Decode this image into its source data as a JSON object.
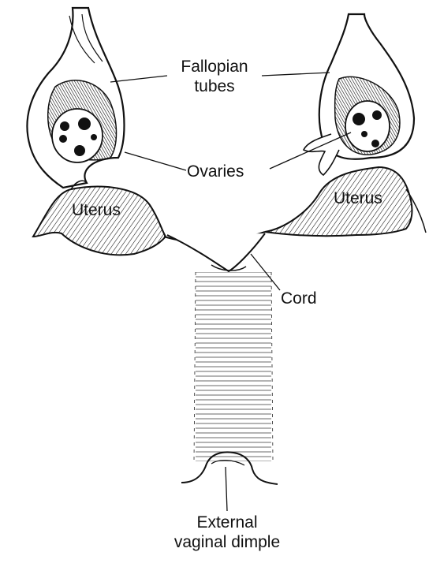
{
  "labels": {
    "fallopian_tubes_line1": "Fallopian",
    "fallopian_tubes_line2": "tubes",
    "ovaries": "Ovaries",
    "uterus_left": "Uterus",
    "uterus_right": "Uterus",
    "cord": "Cord",
    "external_line1": "External",
    "external_line2": "vaginal dimple"
  },
  "colors": {
    "ink": "#111111",
    "background": "#ffffff"
  }
}
